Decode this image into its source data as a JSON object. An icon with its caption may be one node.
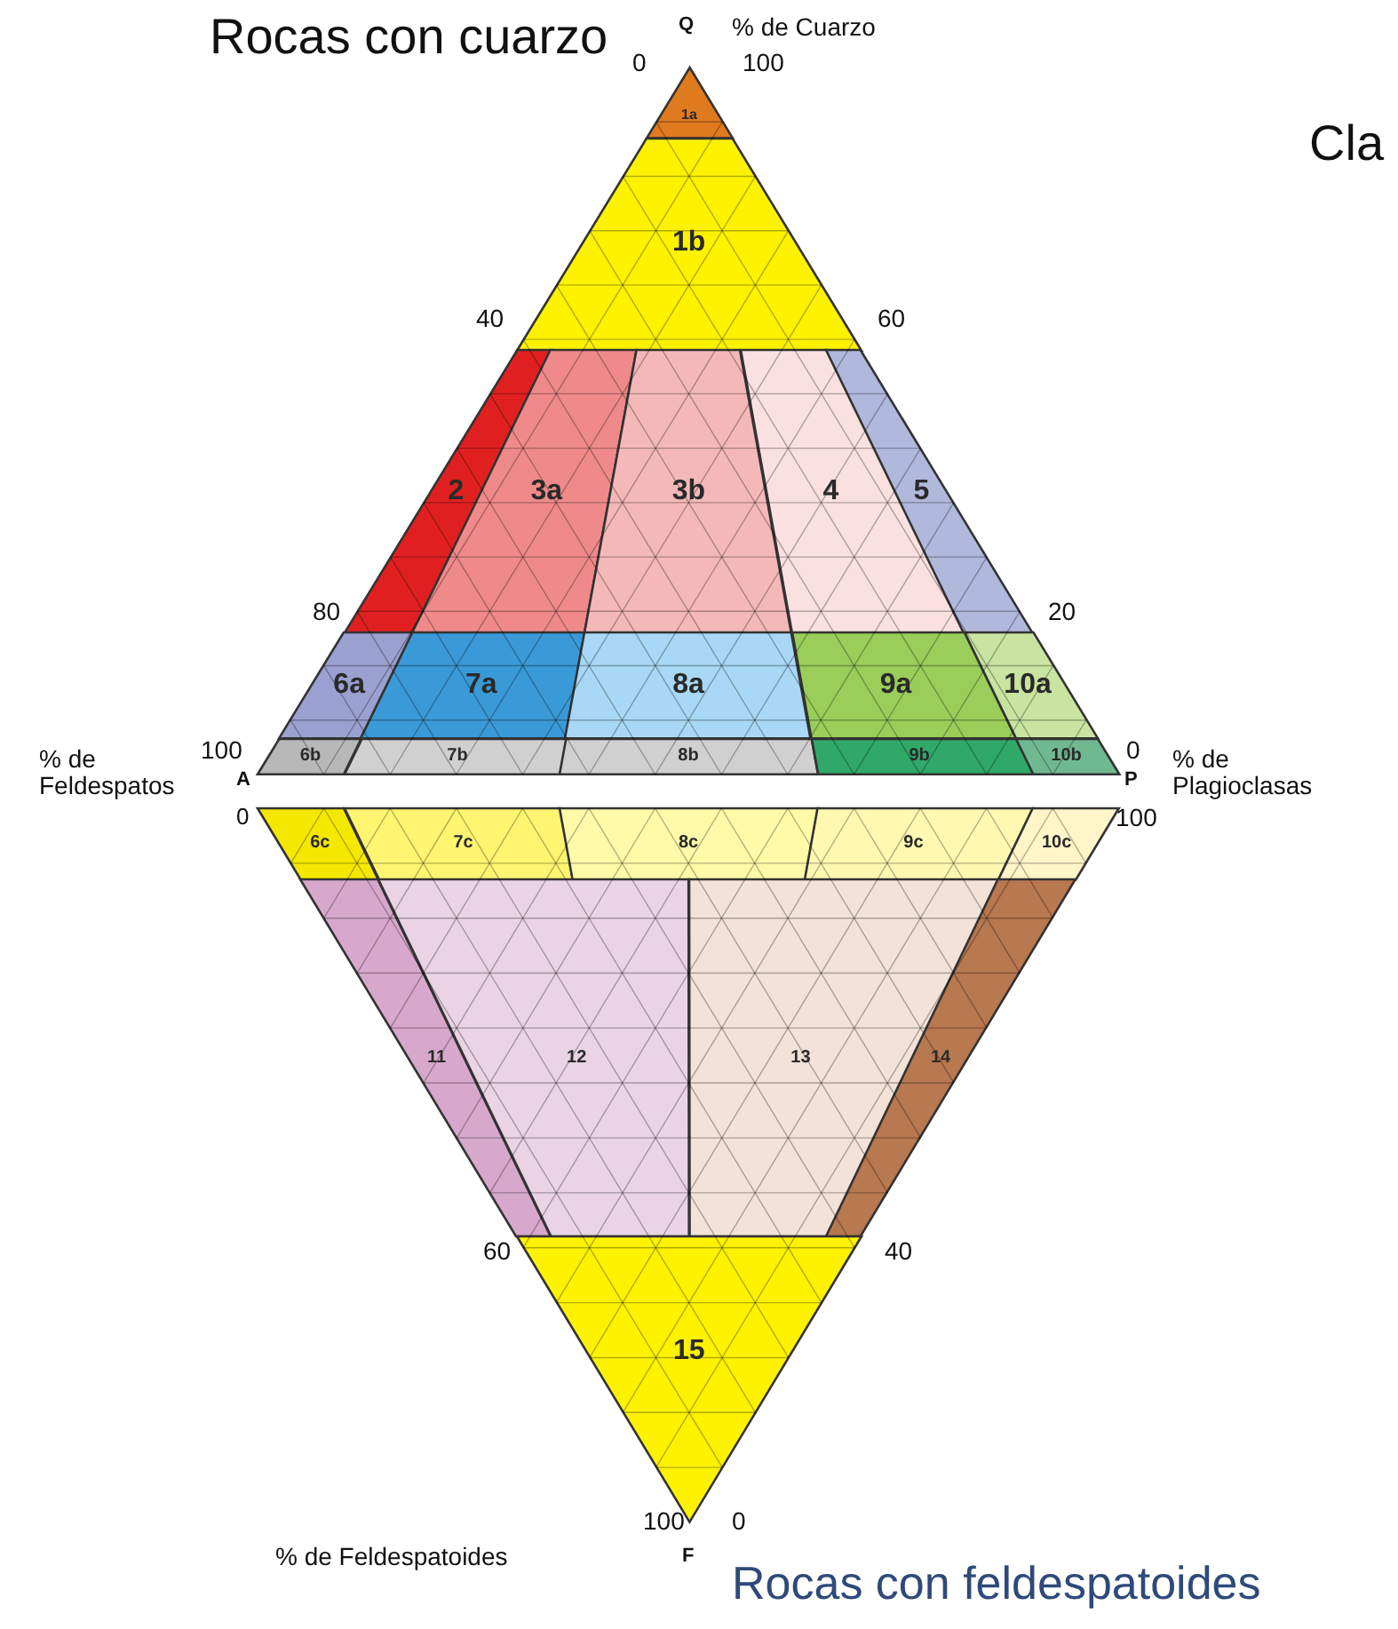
{
  "diagram": {
    "nodes": [
      {
        "text": [
          "1a"
        ]
      },
      {
        "text": [
          "1b"
        ]
      },
      {
        "text": [
          "2"
        ]
      },
      {
        "text": [
          "3a"
        ]
      },
      {
        "text": [
          "3b"
        ]
      },
      {
        "text": [
          "4"
        ]
      },
      {
        "text": [
          "5"
        ]
      },
      {
        "text": [
          "6a"
        ]
      },
      {
        "text": [
          "7a"
        ]
      },
      {
        "text": [
          "8a"
        ]
      },
      {
        "text": [
          "9a"
        ]
      },
      {
        "text": [
          "10a"
        ]
      },
      {
        "text": [
          "6b"
        ]
      },
      {
        "text": [
          "7b"
        ]
      },
      {
        "text": [
          "8b"
        ]
      },
      {
        "text": [
          "9b"
        ]
      },
      {
        "text": [
          "10b"
        ]
      },
      {
        "text": [
          "6c"
        ]
      },
      {
        "text": [
          "7c"
        ]
      },
      {
        "text": [
          "8c"
        ]
      },
      {
        "text": [
          "9c"
        ]
      },
      {
        "text": [
          "10c"
        ]
      },
      {
        "text": [
          "11"
        ]
      },
      {
        "text": [
          "12"
        ]
      },
      {
        "text": [
          "13"
        ]
      },
      {
        "text": [
          "14"
        ]
      },
      {
        "text": [
          "15"
        ]
      }
    ],
    "labels": [
      "Rocas con cuarzo",
      "Q",
      "% de Cuarzo",
      "0",
      "100",
      "Cla",
      "40",
      "60",
      "80",
      "20",
      "% de Feldespatos",
      "100",
      "A",
      "0",
      "0",
      "P",
      "% de Plagioclasas",
      "100",
      "60",
      "40",
      "100",
      "0",
      "% de Feldespatoides",
      "F",
      "Rocas con feldespatoides"
    ]
  }
}
